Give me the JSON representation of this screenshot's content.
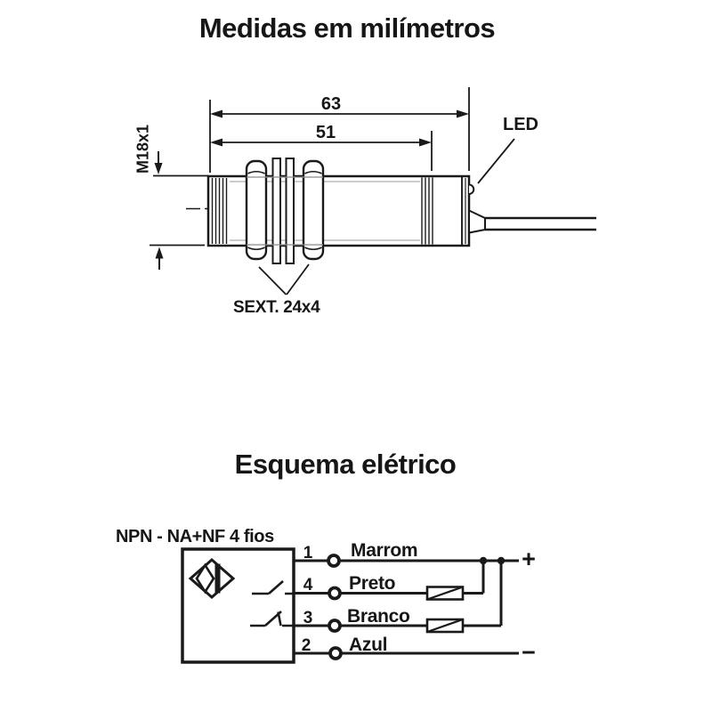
{
  "page": {
    "background": "#ffffff",
    "ink_color": "#1a1a1a"
  },
  "drawing": {
    "title": "Medidas em milímetros",
    "dim63": "63",
    "dim51": "51",
    "thread": "M18x1",
    "led": "LED",
    "hex": "SEXT. 24x4"
  },
  "schematic": {
    "title": "Esquema elétrico",
    "type_label": "NPN - NA+NF 4 fios",
    "wires": [
      {
        "pin": "1",
        "label": "Marrom"
      },
      {
        "pin": "4",
        "label": "Preto"
      },
      {
        "pin": "3",
        "label": "Branco"
      },
      {
        "pin": "2",
        "label": "Azul"
      }
    ],
    "plus": "+",
    "minus": "−"
  }
}
